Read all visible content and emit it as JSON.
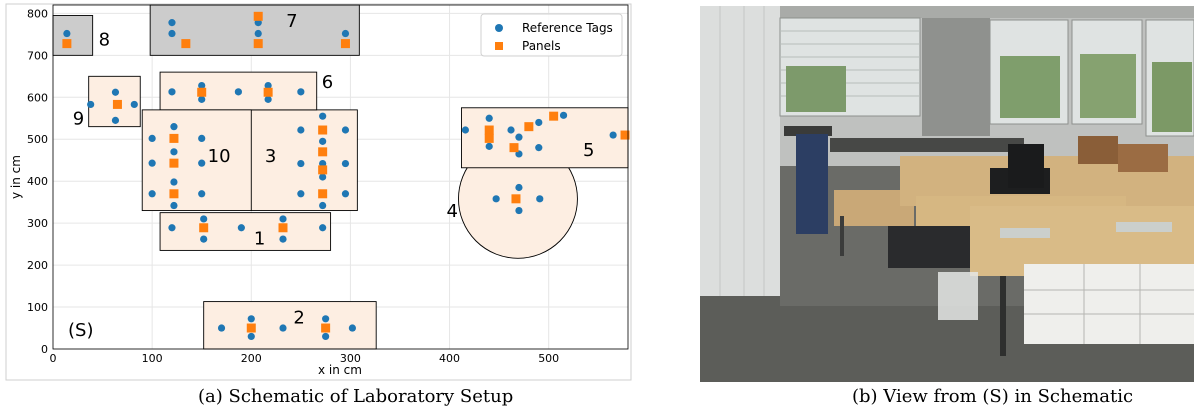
{
  "figure_a": {
    "caption": "(a) Schematic of Laboratory Setup",
    "chart_data": {
      "type": "scatter",
      "xlabel": "x in cm",
      "ylabel": "y in cm",
      "xlim": [
        0,
        580
      ],
      "ylim": [
        0,
        820
      ],
      "xticks": [
        "0",
        "100",
        "200",
        "300",
        "400",
        "500"
      ],
      "yticks": [
        "0",
        "100",
        "200",
        "300",
        "400",
        "500",
        "600",
        "700",
        "800"
      ],
      "grid": true,
      "legend": {
        "position": "top-right",
        "entries": [
          "Reference Tags",
          "Panels"
        ]
      },
      "series": [
        {
          "name": "Reference Tags",
          "marker": "circle",
          "color": "#1f77b4",
          "points": [
            [
              14,
              752
            ],
            [
              120,
              778
            ],
            [
              120,
              752
            ],
            [
              207,
              778
            ],
            [
              207,
              752
            ],
            [
              295,
              752
            ],
            [
              63,
              612
            ],
            [
              38,
              583
            ],
            [
              82,
              583
            ],
            [
              63,
              545
            ],
            [
              120,
              613
            ],
            [
              150,
              628
            ],
            [
              150,
              595
            ],
            [
              187,
              613
            ],
            [
              217,
              628
            ],
            [
              217,
              595
            ],
            [
              250,
              613
            ],
            [
              100,
              502
            ],
            [
              100,
              443
            ],
            [
              100,
              370
            ],
            [
              122,
              530
            ],
            [
              122,
              470
            ],
            [
              122,
              398
            ],
            [
              122,
              342
            ],
            [
              150,
              502
            ],
            [
              150,
              443
            ],
            [
              150,
              370
            ],
            [
              250,
              522
            ],
            [
              250,
              442
            ],
            [
              250,
              370
            ],
            [
              272,
              555
            ],
            [
              272,
              522
            ],
            [
              272,
              495
            ],
            [
              272,
              442
            ],
            [
              272,
              410
            ],
            [
              272,
              370
            ],
            [
              272,
              342
            ],
            [
              295,
              522
            ],
            [
              295,
              442
            ],
            [
              295,
              370
            ],
            [
              416,
              522
            ],
            [
              440,
              550
            ],
            [
              440,
              483
            ],
            [
              462,
              522
            ],
            [
              470,
              505
            ],
            [
              470,
              465
            ],
            [
              490,
              480
            ],
            [
              490,
              540
            ],
            [
              515,
              557
            ],
            [
              565,
              510
            ],
            [
              447,
              358
            ],
            [
              470,
              385
            ],
            [
              470,
              330
            ],
            [
              491,
              358
            ],
            [
              120,
              289
            ],
            [
              152,
              310
            ],
            [
              152,
              262
            ],
            [
              190,
              289
            ],
            [
              232,
              310
            ],
            [
              232,
              262
            ],
            [
              272,
              289
            ],
            [
              170,
              50
            ],
            [
              200,
              72
            ],
            [
              200,
              30
            ],
            [
              232,
              50
            ],
            [
              275,
              72
            ],
            [
              275,
              30
            ],
            [
              302,
              50
            ]
          ]
        },
        {
          "name": "Panels",
          "marker": "square",
          "color": "#ff7f0e",
          "points": [
            [
              14,
              728
            ],
            [
              134,
              728
            ],
            [
              207,
              793
            ],
            [
              207,
              728
            ],
            [
              295,
              728
            ],
            [
              65,
              583
            ],
            [
              150,
              612
            ],
            [
              217,
              612
            ],
            [
              122,
              502
            ],
            [
              122,
              443
            ],
            [
              122,
              370
            ],
            [
              272,
              522
            ],
            [
              272,
              470
            ],
            [
              272,
              427
            ],
            [
              272,
              370
            ],
            [
              440,
              522
            ],
            [
              440,
              502
            ],
            [
              465,
              480
            ],
            [
              480,
              530
            ],
            [
              505,
              555
            ],
            [
              577,
              510
            ],
            [
              467,
              358
            ],
            [
              152,
              289
            ],
            [
              232,
              289
            ],
            [
              200,
              50
            ],
            [
              275,
              50
            ]
          ]
        }
      ],
      "regions": [
        {
          "label": "1",
          "x0": 108,
          "x1": 280,
          "y0": 235,
          "y1": 325
        },
        {
          "label": "2",
          "x0": 152,
          "x1": 326,
          "y0": 0,
          "y1": 113
        },
        {
          "label": "3",
          "x0": 196,
          "x1": 307,
          "y0": 330,
          "y1": 570
        },
        {
          "label": "4",
          "cx": 469,
          "cy": 358,
          "r": 60,
          "shape": "circle"
        },
        {
          "label": "5",
          "x0": 412,
          "x1": 581,
          "y0": 432,
          "y1": 575
        },
        {
          "label": "6",
          "x0": 108,
          "x1": 266,
          "y0": 570,
          "y1": 660
        },
        {
          "label": "7",
          "x0": 98,
          "x1": 309,
          "y0": 700,
          "y1": 820,
          "fill": "grey"
        },
        {
          "label": "8",
          "x0": 0,
          "x1": 40,
          "y0": 700,
          "y1": 795,
          "fill": "grey"
        },
        {
          "label": "9",
          "x0": 36,
          "x1": 88,
          "y0": 530,
          "y1": 650
        },
        {
          "label": "10",
          "x0": 90,
          "x1": 200,
          "y0": 330,
          "y1": 570
        }
      ],
      "annotations": [
        {
          "text": "(S)",
          "x": 28,
          "y": 50
        }
      ],
      "colors": {
        "tag": "#1f77b4",
        "panel": "#ff7f0e",
        "region_fill": "#fdeee2",
        "grey_fill": "#cccccc"
      }
    }
  },
  "figure_b": {
    "caption": "(b) View from (S) in Schematic"
  }
}
